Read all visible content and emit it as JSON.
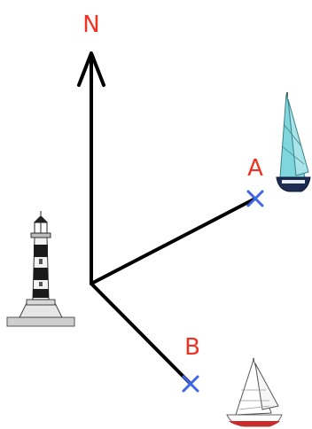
{
  "north_label": "N",
  "point_a": {
    "label": "A"
  },
  "point_b": {
    "label": "B"
  },
  "colors": {
    "label": "#ee3322",
    "marker": "#3f66e6",
    "line": "#000000",
    "sail_a": "#7fd6dc",
    "sail_b": "#ffffff",
    "hull_a": "#1d2b52",
    "hull_b": "#cc2b2b",
    "lighthouse_band": "#1a1a1a"
  },
  "icons": {
    "north": "north-arrow-icon",
    "marker": "cross-marker-icon",
    "lighthouse": "lighthouse-icon",
    "boat_a": "sailboat-icon",
    "boat_b": "sailboat-icon"
  }
}
